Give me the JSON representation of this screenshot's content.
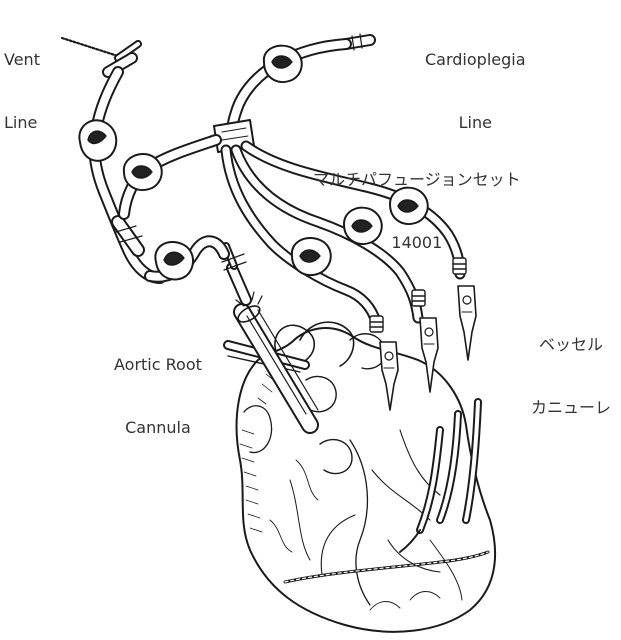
{
  "labels": {
    "vent_line": [
      "Vent",
      "Line"
    ],
    "cardioplegia_line": [
      "Cardioplegia",
      "Line"
    ],
    "multi_perfusion_set": [
      "マルチパフュージョンセット",
      "14001"
    ],
    "aortic_root_cannula": [
      "Aortic Root",
      "Cannula"
    ],
    "vessel_cannula": [
      "ベッセル",
      "カニューレ"
    ]
  }
}
